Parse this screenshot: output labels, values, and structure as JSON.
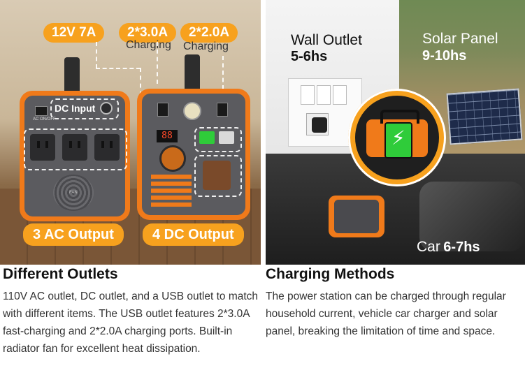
{
  "left_image": {
    "badge_12v": "12V 7A",
    "badge_usb_fast": "2*3.0A",
    "badge_usb_fast_sub": "Charging",
    "badge_usb_normal": "2*2.0A",
    "badge_usb_normal_sub": "Charging",
    "dc_input_label": "DC Input",
    "ac_onoff_label": "AC ON/OFF",
    "fan_label": "FAN",
    "display_readout": "88",
    "badge_ac_output": "3 AC Output",
    "badge_dc_output": "4 DC Output"
  },
  "right_image": {
    "wall_title": "Wall Outlet",
    "wall_time": "5-6hs",
    "solar_title": "Solar Panel",
    "solar_time": "9-10hs",
    "car_title": "Car",
    "car_time": "6-7hs"
  },
  "sections": {
    "outlets_title": "Different Outlets",
    "outlets_body": "110V AC outlet, DC outlet, and a USB outlet to match with different items. The USB outlet features 2*3.0A fast-charging and 2*2.0A charging ports. Built-in radiator fan for excellent heat dissipation.",
    "charging_title": "Charging Methods",
    "charging_body": "The power station can be charged through regular household current, vehicle car charger and solar panel, breaking the limitation of time and space."
  },
  "colors": {
    "accent_orange": "#f7a11e",
    "device_orange": "#f07a1a",
    "device_gray": "#5b5b5f",
    "charge_green": "#2fcc3a"
  }
}
